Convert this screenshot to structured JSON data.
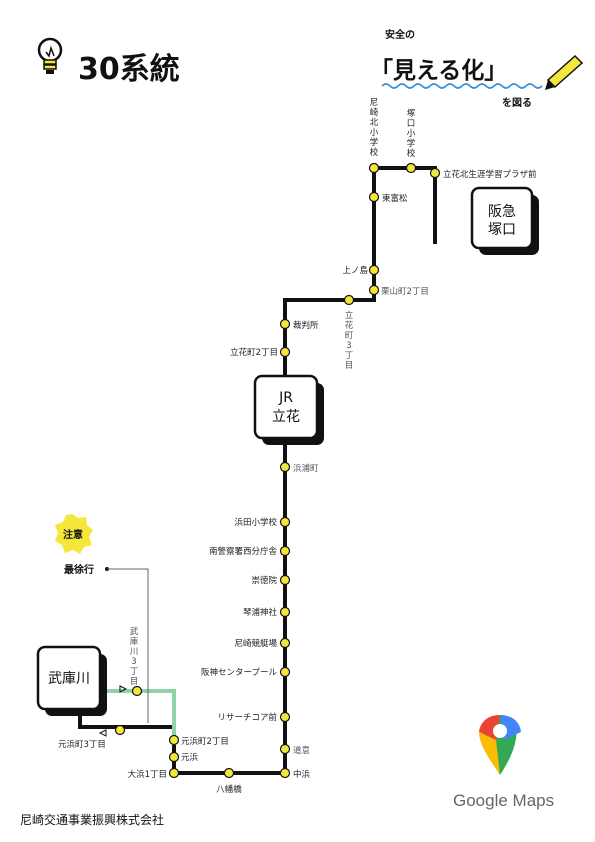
{
  "route": {
    "title": "30系統"
  },
  "slogan": {
    "top": "安全の",
    "main": "「見える化」",
    "bottom": "を図る"
  },
  "notice": {
    "badge": "注意",
    "last_run": "最徐行"
  },
  "stations": {
    "hankyu": "阪急塚口",
    "jr": "JR立花",
    "mukogawa": "武庫川"
  },
  "stops": {
    "amagasaki_kita_es": "尼崎北小学校",
    "tsukaguchi_es": "塚口小学校",
    "tachibana_kita_plaza": "立花北生涯学習プラザ前",
    "higashi_tomimatsu": "東富松",
    "kaminoshima": "上ノ島",
    "kuriyama_2": "栗山町2丁目",
    "tachibana_3": "立花町3丁目",
    "saibansho": "裁判所",
    "tachibana_2": "立花町2丁目",
    "hamaura": "浜浦町",
    "hamada_es": "浜田小学校",
    "minami_police": "南警察署西分庁舎",
    "sutokuin": "崇徳院",
    "kotoura": "琴浦神社",
    "keitei": "尼崎競艇場",
    "hanshin_pool": "阪神センタープール",
    "research_core": "リサーチコア前",
    "doi": "道意",
    "nakahama": "中浜",
    "yawata": "八幡橋",
    "ohama_1": "大浜1丁目",
    "motohama": "元浜",
    "motohama_2": "元浜町2丁目",
    "motohama_3": "元浜町3丁目",
    "mukogawa_3": "武庫川3丁目"
  },
  "colors": {
    "route": "#111111",
    "stop": "#f4e73a",
    "detour": "#8fd3a8",
    "badge": "#f4e73a",
    "slogan_wave": "#3a8fd6"
  },
  "icons": {
    "title": "lightbulb-icon",
    "slogan": "pencil-icon",
    "logo": "google-maps-pin-icon"
  },
  "footer": {
    "company": "尼崎交通事業振興株式会社"
  },
  "logo": {
    "text": "Google Maps"
  }
}
